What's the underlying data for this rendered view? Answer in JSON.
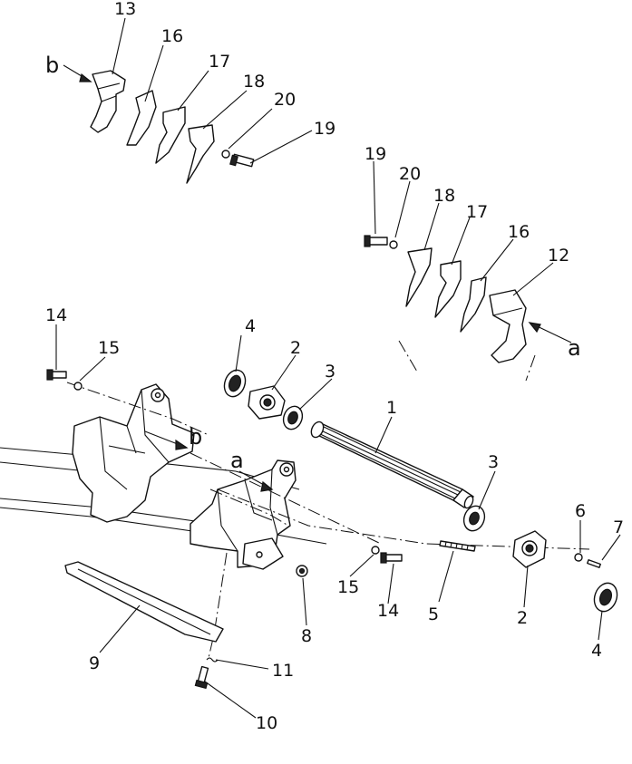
{
  "callouts": [
    {
      "id": "c13-top",
      "text": "13"
    },
    {
      "id": "c16-top",
      "text": "16"
    },
    {
      "id": "c17-top",
      "text": "17"
    },
    {
      "id": "c18-top",
      "text": "18"
    },
    {
      "id": "c20-top",
      "text": "20"
    },
    {
      "id": "c19-top",
      "text": "19"
    },
    {
      "id": "cb-top",
      "text": "b"
    },
    {
      "id": "c19-mid",
      "text": "19"
    },
    {
      "id": "c20-mid",
      "text": "20"
    },
    {
      "id": "c18-mid",
      "text": "18"
    },
    {
      "id": "c17-mid",
      "text": "17"
    },
    {
      "id": "c16-mid",
      "text": "16"
    },
    {
      "id": "c12-mid",
      "text": "12"
    },
    {
      "id": "ca-mid",
      "text": "a"
    },
    {
      "id": "c14-left",
      "text": "14"
    },
    {
      "id": "c15-left",
      "text": "15"
    },
    {
      "id": "c4-left",
      "text": "4"
    },
    {
      "id": "c2-left",
      "text": "2"
    },
    {
      "id": "c3-left",
      "text": "3"
    },
    {
      "id": "c1",
      "text": "1"
    },
    {
      "id": "cb-frame",
      "text": "b"
    },
    {
      "id": "ca-frame",
      "text": "a"
    },
    {
      "id": "c3-right",
      "text": "3"
    },
    {
      "id": "c6",
      "text": "6"
    },
    {
      "id": "c7",
      "text": "7"
    },
    {
      "id": "c15-right",
      "text": "15"
    },
    {
      "id": "c14-right",
      "text": "14"
    },
    {
      "id": "c5",
      "text": "5"
    },
    {
      "id": "c2-right",
      "text": "2"
    },
    {
      "id": "c4-right",
      "text": "4"
    },
    {
      "id": "c8",
      "text": "8"
    },
    {
      "id": "c9",
      "text": "9"
    },
    {
      "id": "c11",
      "text": "11"
    },
    {
      "id": "c10",
      "text": "10"
    }
  ]
}
